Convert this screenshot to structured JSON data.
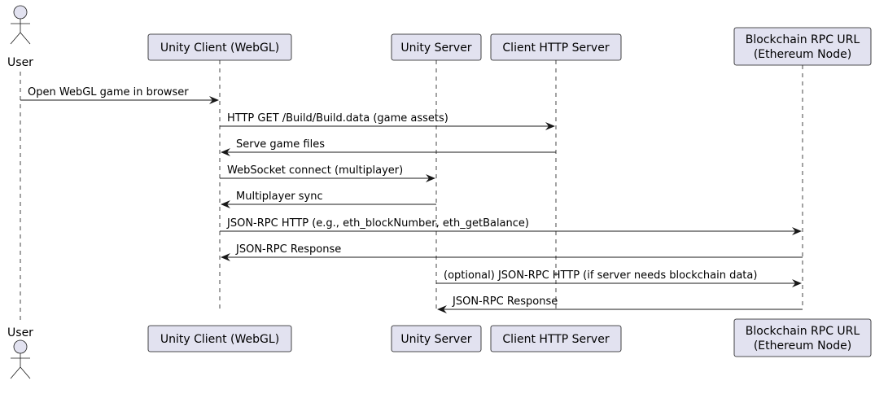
{
  "participants": [
    {
      "id": "user",
      "kind": "actor",
      "lines": [
        "User"
      ]
    },
    {
      "id": "client",
      "kind": "box",
      "lines": [
        "Unity Client (WebGL)"
      ]
    },
    {
      "id": "server",
      "kind": "box",
      "lines": [
        "Unity Server"
      ]
    },
    {
      "id": "http",
      "kind": "box",
      "lines": [
        "Client HTTP Server"
      ]
    },
    {
      "id": "rpc",
      "kind": "box",
      "lines": [
        "Blockchain RPC URL",
        "(Ethereum Node)"
      ]
    }
  ],
  "messages": [
    {
      "from": "user",
      "to": "client",
      "label": "Open WebGL game in browser"
    },
    {
      "from": "client",
      "to": "http",
      "label": "HTTP GET /Build/Build.data (game assets)"
    },
    {
      "from": "http",
      "to": "client",
      "label": "Serve game files"
    },
    {
      "from": "client",
      "to": "server",
      "label": "WebSocket connect (multiplayer)"
    },
    {
      "from": "server",
      "to": "client",
      "label": "Multiplayer sync"
    },
    {
      "from": "client",
      "to": "rpc",
      "label": "JSON-RPC HTTP (e.g., eth_blockNumber, eth_getBalance)"
    },
    {
      "from": "rpc",
      "to": "client",
      "label": "JSON-RPC Response"
    },
    {
      "from": "server",
      "to": "rpc",
      "label": "(optional) JSON-RPC HTTP (if server needs blockchain data)"
    },
    {
      "from": "rpc",
      "to": "server",
      "label": "JSON-RPC Response"
    }
  ],
  "colors": {
    "box_fill": "#e2e2f0",
    "line": "#181818"
  }
}
